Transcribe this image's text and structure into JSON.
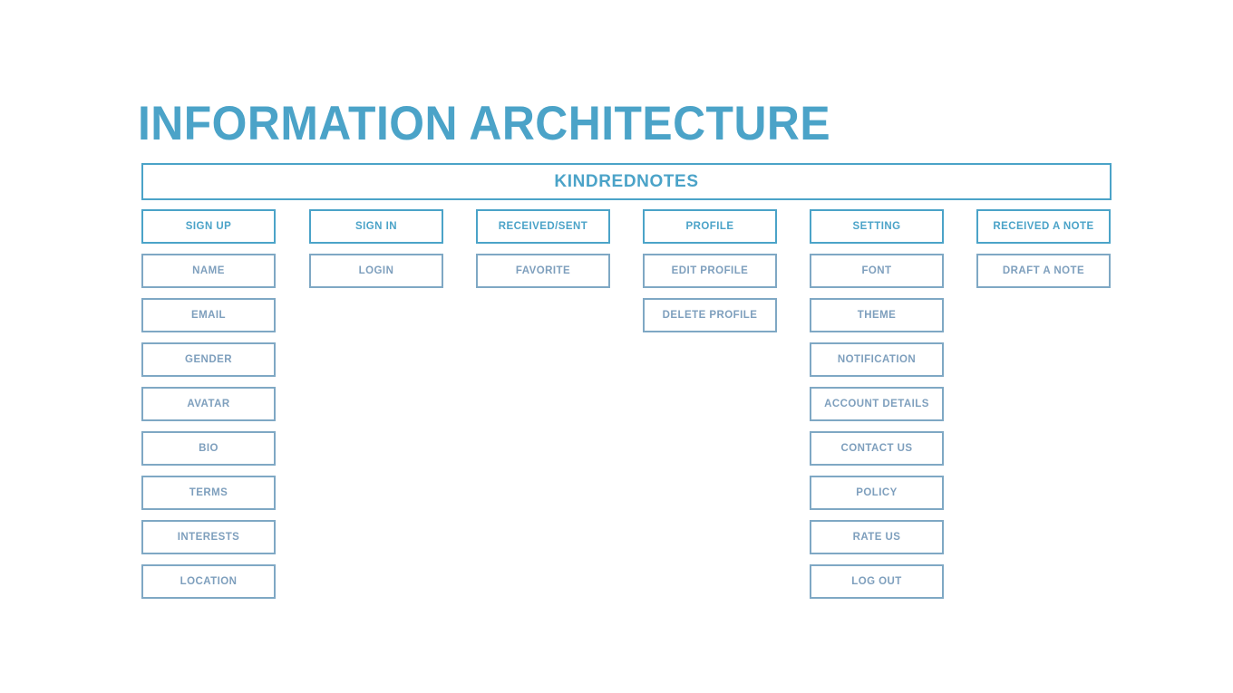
{
  "page": {
    "title": "INFORMATION ARCHITECTURE",
    "background_color": "#ffffff"
  },
  "theme": {
    "primary_accent": "#4ba3c8",
    "secondary_accent": "#7fa8c4",
    "secondary_text": "#7e9fbd",
    "node_fill": "#ffffff"
  },
  "root": {
    "label": "KINDREDNOTES"
  },
  "columns": [
    {
      "parent": {
        "label": "SIGN UP",
        "level": 1
      },
      "children": [
        {
          "label": "NAME",
          "level": 2
        },
        {
          "label": "EMAIL",
          "level": 2
        },
        {
          "label": "GENDER",
          "level": 2
        },
        {
          "label": "AVATAR",
          "level": 2
        },
        {
          "label": "BIO",
          "level": 2
        },
        {
          "label": "TERMS",
          "level": 2
        },
        {
          "label": "INTERESTS",
          "level": 2
        },
        {
          "label": "LOCATION",
          "level": 2
        }
      ]
    },
    {
      "parent": {
        "label": "SIGN IN",
        "level": 1
      },
      "children": [
        {
          "label": "LOGIN",
          "level": 2
        }
      ]
    },
    {
      "parent": {
        "label": "RECEIVED/SENT",
        "level": 1
      },
      "children": [
        {
          "label": "FAVORITE",
          "level": 2
        }
      ]
    },
    {
      "parent": {
        "label": "PROFILE",
        "level": 1
      },
      "children": [
        {
          "label": "EDIT PROFILE",
          "level": 2
        },
        {
          "label": "DELETE PROFILE",
          "level": 2
        }
      ]
    },
    {
      "parent": {
        "label": "SETTING",
        "level": 1
      },
      "children": [
        {
          "label": "FONT",
          "level": 2
        },
        {
          "label": "THEME",
          "level": 2
        },
        {
          "label": "NOTIFICATION",
          "level": 2
        },
        {
          "label": "ACCOUNT DETAILS",
          "level": 2
        },
        {
          "label": "CONTACT US",
          "level": 2
        },
        {
          "label": "POLICY",
          "level": 2
        },
        {
          "label": "RATE US",
          "level": 2
        },
        {
          "label": "LOG OUT",
          "level": 2
        }
      ]
    },
    {
      "parent": {
        "label": "RECEIVED A NOTE",
        "level": 1
      },
      "children": [
        {
          "label": "DRAFT A NOTE",
          "level": 2
        }
      ]
    }
  ]
}
